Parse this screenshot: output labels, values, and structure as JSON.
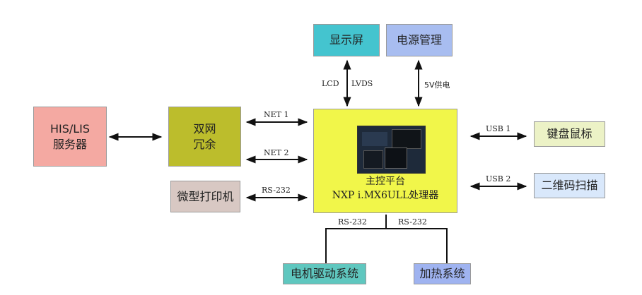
{
  "boxes": {
    "his_lis": {
      "line1": "HIS/LIS",
      "line2": "服务器",
      "color": "#f4a9a2"
    },
    "dual_net": {
      "line1": "双网",
      "line2": "冗余",
      "color": "#bcbd2c"
    },
    "printer": {
      "label": "微型打印机",
      "color": "#d8c8c3"
    },
    "display": {
      "label": "显示屏",
      "color": "#44c4cf"
    },
    "power": {
      "label": "电源管理",
      "color": "#a8bdf0"
    },
    "core": {
      "line1": "主控平台",
      "line2": "NXP i.MX6ULL处理器",
      "color": "#f1f64a"
    },
    "keyboard": {
      "label": "键盘鼠标",
      "color": "#ecf2c6"
    },
    "scanner": {
      "label": "二维码扫描",
      "color": "#d9e8fb"
    },
    "motor": {
      "label": "电机驱动系统",
      "color": "#5fc7bf"
    },
    "heating": {
      "label": "加热系统",
      "color": "#9fb3f0"
    }
  },
  "connectors": {
    "lcd": "LCD",
    "lvds": "LVDS",
    "power_5v": "5V供电",
    "net1": "NET 1",
    "net2": "NET 2",
    "rs232_printer": "RS-232",
    "usb1": "USB 1",
    "usb2": "USB 2",
    "rs232_motor": "RS-232",
    "rs232_heating": "RS-232"
  }
}
